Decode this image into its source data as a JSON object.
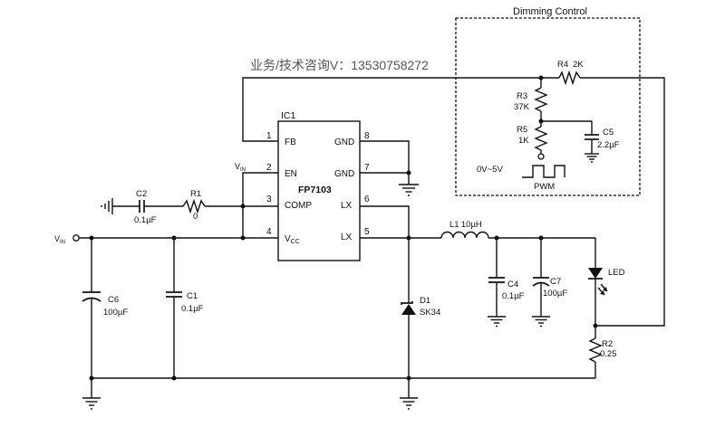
{
  "dimming": {
    "title": "Dimming Control",
    "pwm_input": "0V~5V",
    "pwm_label": "PWM"
  },
  "watermark": "业务/技术咨询V：13530758272",
  "ic": {
    "ref": "IC1",
    "part": "FP7103",
    "pins": {
      "p1": {
        "num": "1",
        "name": "FB"
      },
      "p2": {
        "num": "2",
        "name": "EN"
      },
      "p3": {
        "num": "3",
        "name": "COMP"
      },
      "p4": {
        "num": "4",
        "name": "V"
      },
      "p4_sub": "CC",
      "p5": {
        "num": "5",
        "name": "LX"
      },
      "p6": {
        "num": "6",
        "name": "LX"
      },
      "p7": {
        "num": "7",
        "name": "GND"
      },
      "p8": {
        "num": "8",
        "name": "GND"
      }
    }
  },
  "vin": {
    "main": "V",
    "sub": "IN"
  },
  "components": {
    "R4": {
      "ref": "R4",
      "value": "2K"
    },
    "R3": {
      "ref": "R3",
      "value": "37K"
    },
    "R5": {
      "ref": "R5",
      "value": "1K"
    },
    "C5": {
      "ref": "C5",
      "value": "2.2µF"
    },
    "C2": {
      "ref": "C2",
      "value": "0.1µF"
    },
    "R1": {
      "ref": "R1",
      "value": "0"
    },
    "L1": {
      "ref": "L1",
      "value": "10µH"
    },
    "C4": {
      "ref": "C4",
      "value": "0.1µF"
    },
    "C7": {
      "ref": "C7",
      "value": "100µF"
    },
    "LED": {
      "ref": "LED"
    },
    "D1": {
      "ref": "D1",
      "value": "SK34"
    },
    "C6": {
      "ref": "C6",
      "value": "100µF"
    },
    "C1": {
      "ref": "C1",
      "value": "0.1µF"
    },
    "R2": {
      "ref": "R2",
      "value": "0.25"
    }
  }
}
